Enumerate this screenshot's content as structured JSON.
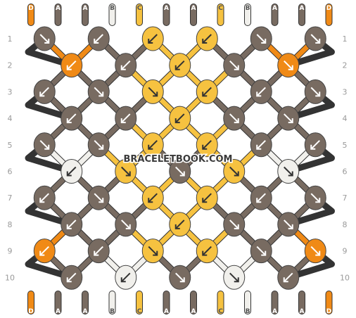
{
  "watermark": "BRACELETBOOK.COM",
  "strands_top": [
    "D",
    "A",
    "A",
    "B",
    "C",
    "A",
    "A",
    "C",
    "B",
    "A",
    "A",
    "D"
  ],
  "strands_bottom": [
    "D",
    "A",
    "A",
    "B",
    "C",
    "A",
    "A",
    "C",
    "B",
    "A",
    "A",
    "D"
  ],
  "row_numbers": [
    "1",
    "2",
    "3",
    "4",
    "5",
    "6",
    "7",
    "8",
    "9",
    "10"
  ],
  "colors": {
    "D": "#f08a16",
    "A": "#786b61",
    "B": "#f1f0ec",
    "C": "#f6c240"
  },
  "knots": [
    [
      "A:f",
      "A:b",
      "C:b",
      "C:b",
      "A:f",
      "A:f"
    ],
    [
      "D:b",
      "A:b",
      "C:b",
      "A:f",
      "D:f"
    ],
    [
      "A:b",
      "A:f",
      "C:f",
      "C:b",
      "A:b",
      "A:f"
    ],
    [
      "A:b",
      "A:b",
      "C:b",
      "A:f",
      "A:f"
    ],
    [
      "A:f",
      "A:f",
      "C:b",
      "C:b",
      "A:b",
      "A:b"
    ],
    [
      "B:b",
      "C:f",
      "A:f",
      "C:f",
      "B:f"
    ],
    [
      "A:b",
      "A:f",
      "C:b",
      "C:b",
      "A:b",
      "A:f"
    ],
    [
      "A:b",
      "A:f",
      "C:b",
      "A:f",
      "A:f"
    ],
    [
      "D:b",
      "A:b",
      "C:f",
      "C:b",
      "A:f",
      "D:f"
    ],
    [
      "A:b",
      "B:b",
      "A:f",
      "B:f",
      "A:b"
    ]
  ]
}
